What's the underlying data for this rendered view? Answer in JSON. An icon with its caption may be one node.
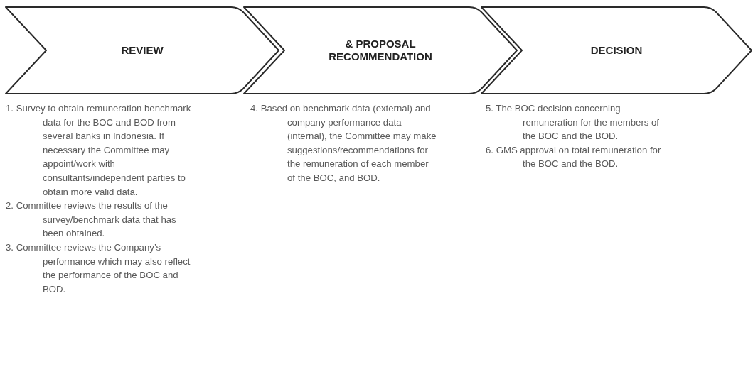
{
  "diagram": {
    "nodes": [
      {
        "text": [
          "REVIEW"
        ],
        "beside": [
          "1. Survey to obtain remuneration benchmark data for the BOC and BOD from several banks in Indonesia. If necessary the Committee may appoint/work with consultants/independent parties to obtain more valid data.",
          "2. Committee reviews the results of the survey/benchmark data that has been obtained.",
          "3. Committee reviews the Company’s performance which may also reflect the performance of the BOC and BOD."
        ]
      },
      {
        "text": [
          "& PROPOSAL RECOMMENDATION"
        ],
        "beside": [
          "4. Based on benchmark data (external) and company performance data (internal), the Committee may make suggestions/recommendations for the remuneration of each member of the BOC, and BOD."
        ]
      },
      {
        "text": [
          "DECISION"
        ],
        "beside": [
          "5. The BOC decision concerning remuneration for the members of the BOC and the BOD.",
          "6. GMS approval on total remuneration for the BOC and the BOD."
        ]
      }
    ]
  }
}
